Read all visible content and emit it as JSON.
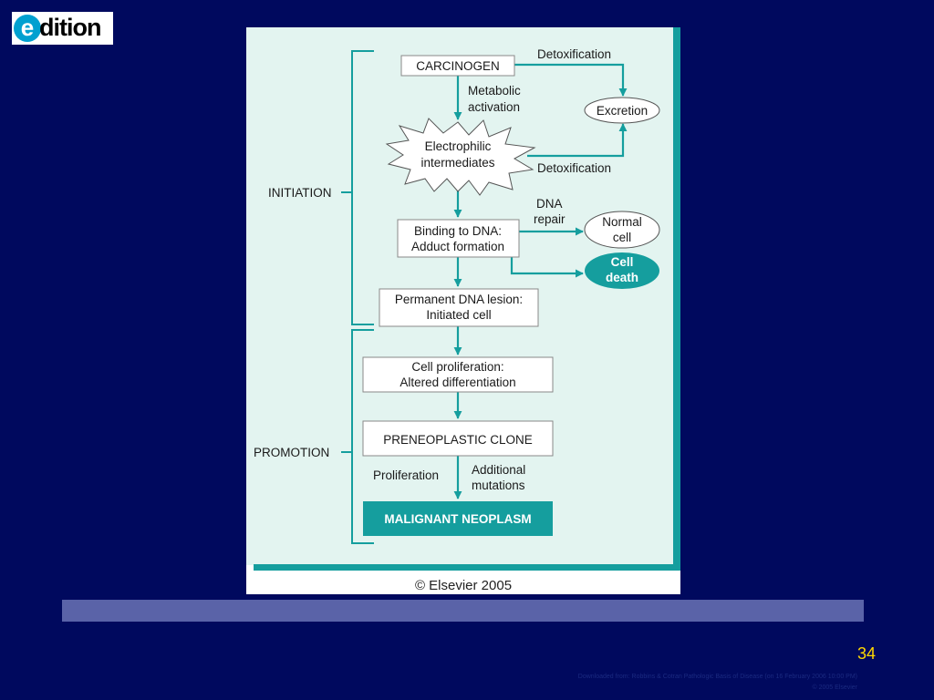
{
  "logo": {
    "mark": "e",
    "word": "dition"
  },
  "diagram": {
    "stages": {
      "initiation": "INITIATION",
      "promotion": "PROMOTION"
    },
    "nodes": {
      "carcinogen": "CARCINOGEN",
      "electrophilic": [
        "Electrophilic",
        "intermediates"
      ],
      "binding": [
        "Binding to DNA:",
        "Adduct formation"
      ],
      "lesion": [
        "Permanent DNA lesion:",
        "Initiated cell"
      ],
      "proliferation": [
        "Cell proliferation:",
        "Altered differentiation"
      ],
      "preneoplastic": "PRENEOPLASTIC CLONE",
      "malignant": "MALIGNANT NEOPLASM",
      "excretion": "Excretion",
      "normal": [
        "Normal",
        "cell"
      ],
      "death": [
        "Cell",
        "death"
      ]
    },
    "labels": {
      "detox_top": "Detoxification",
      "detox_bottom": "Detoxification",
      "metabolic": [
        "Metabolic",
        "activation"
      ],
      "dna_repair": [
        "DNA",
        "repair"
      ],
      "proliferation": "Proliferation",
      "additional": [
        "Additional",
        "mutations"
      ]
    },
    "credit": "© Elsevier 2005",
    "colors": {
      "teal": "#159e9e",
      "panel": "#e3f4f0",
      "background": "#00095e"
    }
  },
  "footer": {
    "page_number": "34",
    "note_line1": "Downloaded from: Robbins & Cotran Pathologic Basis of Disease (on 16 February 2006 10:00 PM)",
    "note_line2": "© 2005 Elsevier"
  }
}
